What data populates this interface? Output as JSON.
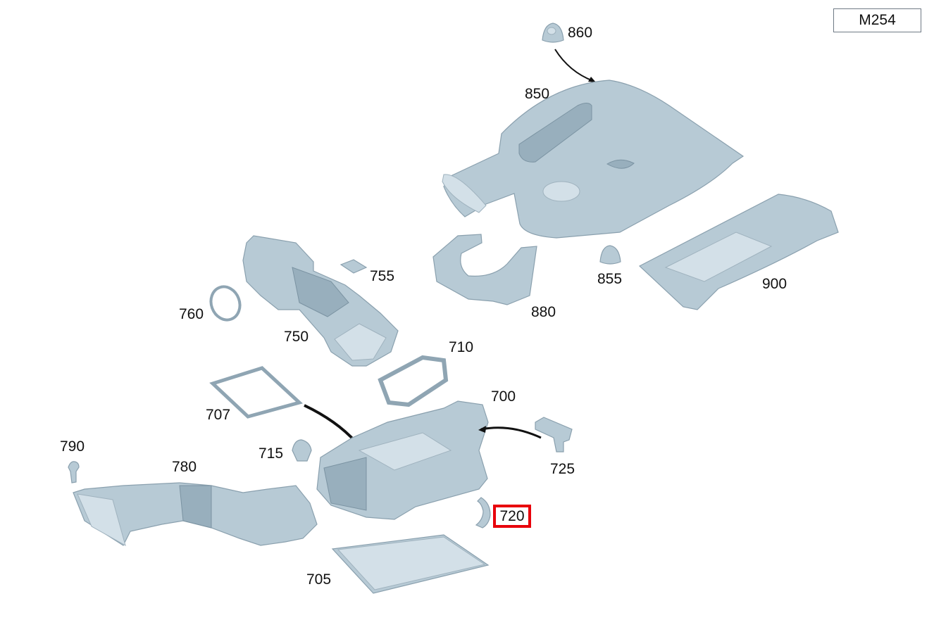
{
  "model_label": "M254",
  "highlighted_part": "720",
  "callouts": {
    "p860": "860",
    "p850": "850",
    "p855": "855",
    "p900": "900",
    "p880": "880",
    "p755": "755",
    "p760": "760",
    "p750": "750",
    "p710": "710",
    "p700": "700",
    "p707": "707",
    "p725": "725",
    "p715": "715",
    "p790": "790",
    "p780": "780",
    "p720": "720",
    "p705": "705"
  },
  "colors": {
    "part_fill": "#b7cad5",
    "highlight_border": "#e8000b"
  }
}
